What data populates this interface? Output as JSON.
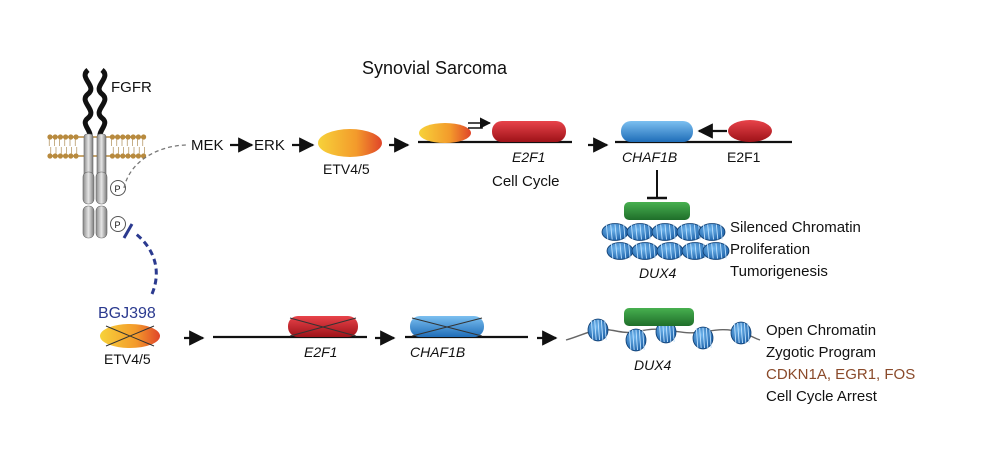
{
  "title": "Synovial Sarcoma",
  "receptor": {
    "name": "FGFR",
    "phospho": "P"
  },
  "pathway": {
    "mek": "MEK",
    "erk": "ERK",
    "etv": "ETV4/5"
  },
  "top": {
    "gene1": "E2F1",
    "cell_cycle": "Cell Cycle",
    "gene2": "CHAF1B",
    "factor": "E2F1",
    "outcomes": [
      "Silenced Chromatin",
      "Proliferation",
      "Tumorigenesis"
    ],
    "dux4": "DUX4"
  },
  "inhibitor": {
    "name": "BGJ398",
    "etv": "ETV4/5"
  },
  "bottom": {
    "gene1": "E2F1",
    "gene2": "CHAF1B",
    "dux4": "DUX4",
    "outcomes": [
      "Open Chromatin",
      "Zygotic Program"
    ],
    "genes": "CDKN1A, EGR1, FOS",
    "arrest": "Cell Cycle Arrest"
  },
  "colors": {
    "red_gene": "#c8202a",
    "blue_gene": "#3a8fd6",
    "green_complex": "#2e8b3a",
    "nucleosome": "#2f7fc8",
    "inhibitor": "#2b3a8f",
    "gene_list": "#8a4a2a"
  }
}
